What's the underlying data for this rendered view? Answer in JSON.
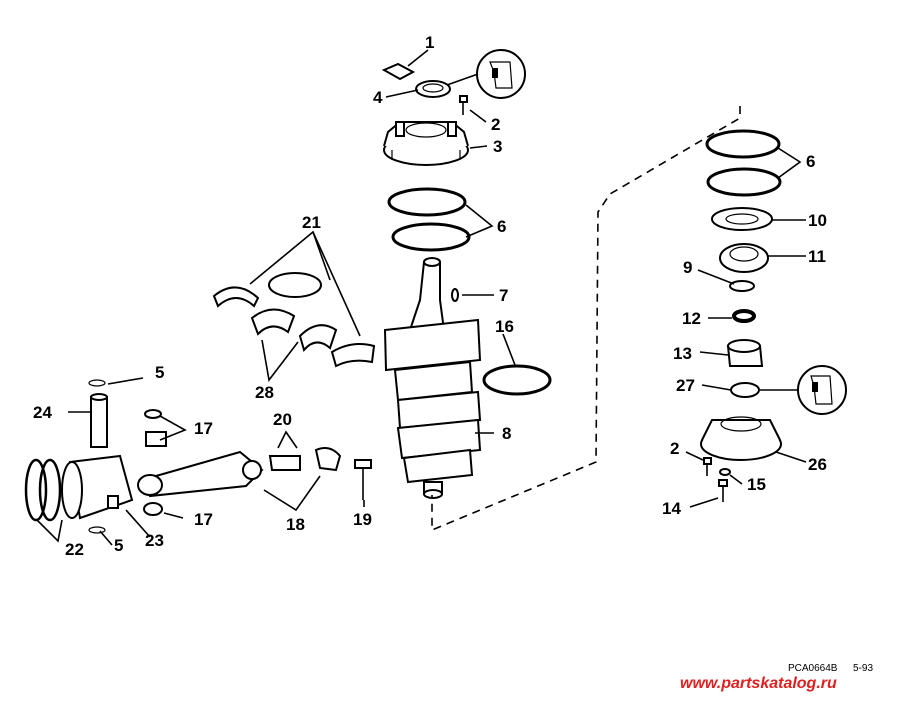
{
  "diagram": {
    "labels": [
      "1",
      "2",
      "3",
      "4",
      "6",
      "21",
      "7",
      "16",
      "28",
      "5",
      "24",
      "17",
      "20",
      "8",
      "18",
      "19",
      "22",
      "5",
      "23",
      "17",
      "6",
      "10",
      "11",
      "9",
      "12",
      "13",
      "27",
      "2",
      "26",
      "15",
      "14"
    ],
    "footer_code": "PCA0664B",
    "footer_date": "5-93",
    "watermark": "www.partskatalog.ru"
  }
}
